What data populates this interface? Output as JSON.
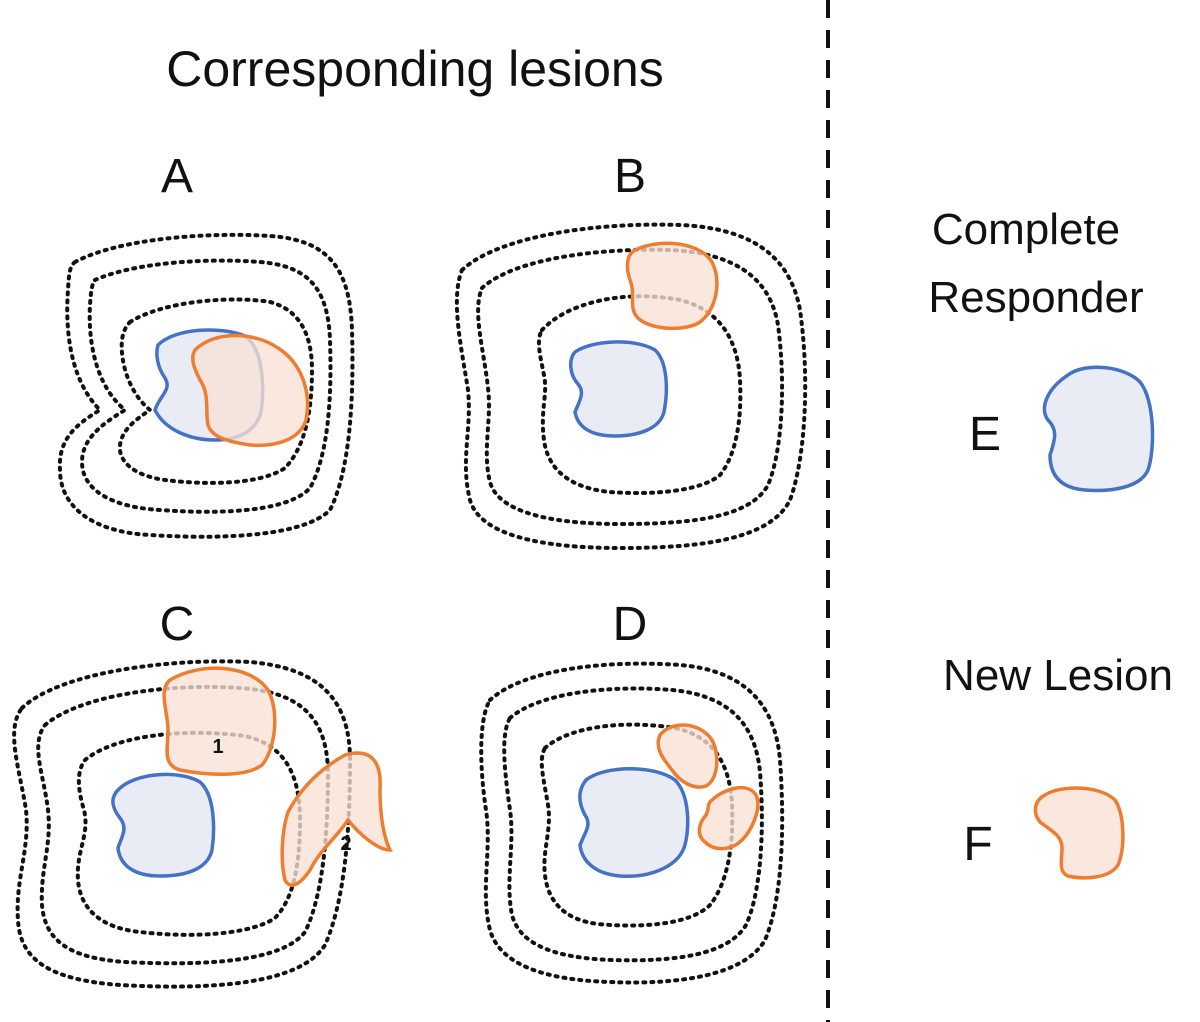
{
  "title": "Corresponding lesions",
  "panels": {
    "A": {
      "label": "A"
    },
    "B": {
      "label": "B"
    },
    "C": {
      "label": "C",
      "lesion_numbers": [
        "1",
        "2"
      ]
    },
    "D": {
      "label": "D"
    }
  },
  "legend": {
    "complete_responder": {
      "line1": "Complete",
      "line2": "Responder",
      "letter": "E"
    },
    "new_lesion": {
      "label": "New Lesion",
      "letter": "F"
    }
  },
  "colors": {
    "responder_stroke": "#4472c4",
    "responder_fill": "#e9ecf5",
    "new_lesion_stroke": "#ed7d31",
    "new_lesion_fill": "#f8e1d6",
    "contour": "#111111"
  }
}
